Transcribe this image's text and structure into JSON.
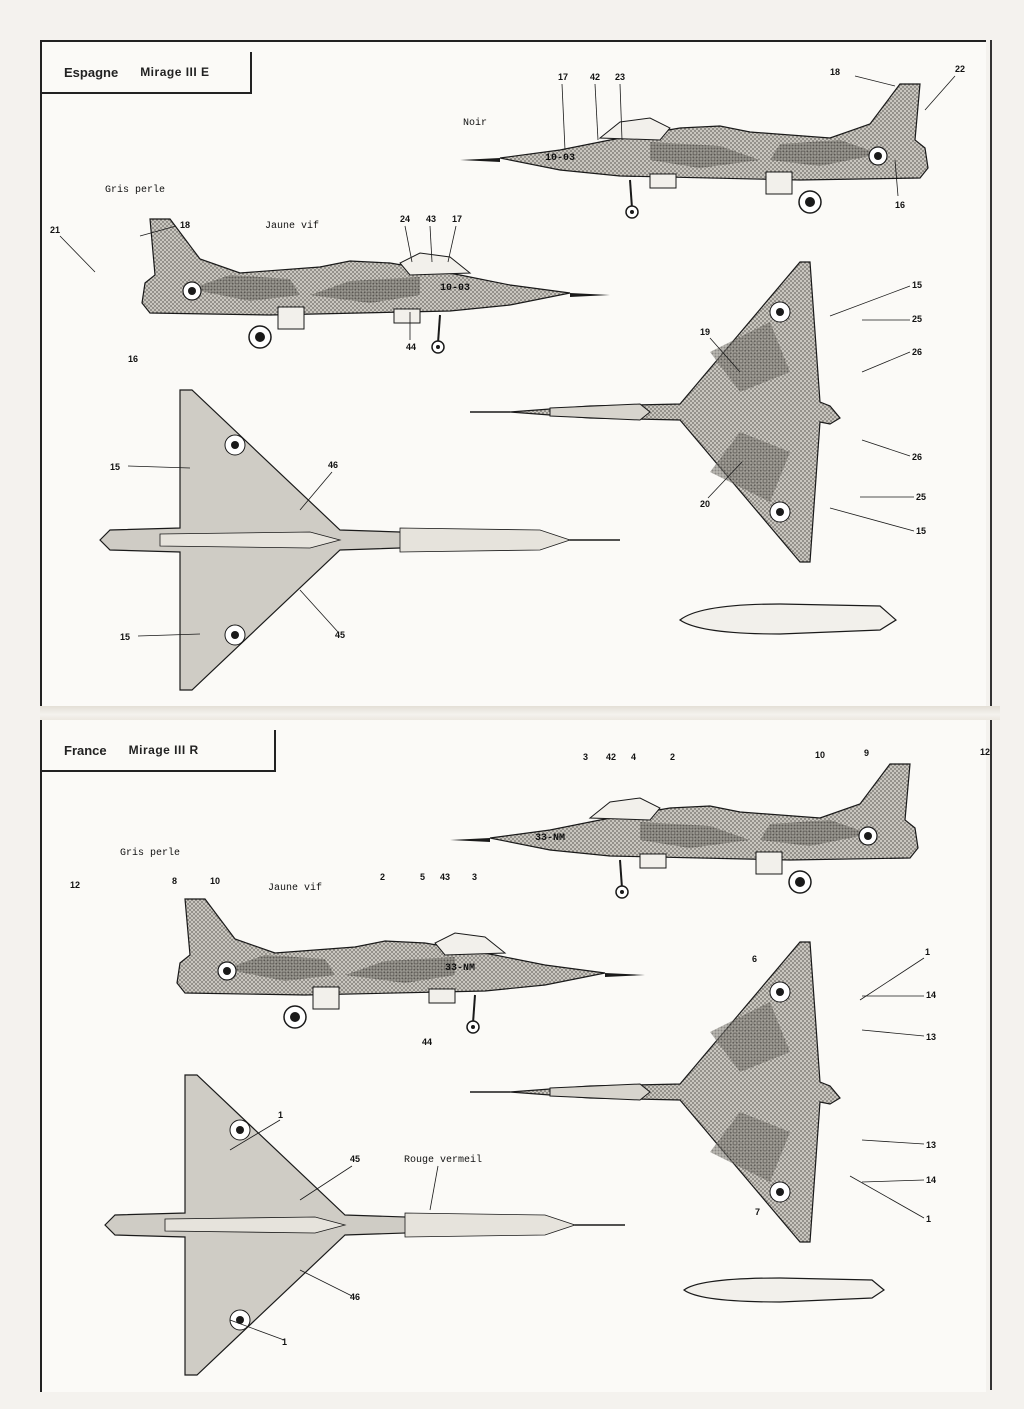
{
  "sheet": {
    "panels": [
      {
        "country": "Espagne",
        "model": "Mirage III E",
        "side_code": "10-03",
        "colors": [
          "Noir",
          "Gris perle",
          "Jaune vif"
        ],
        "callouts": [
          "17",
          "42",
          "23",
          "18",
          "22",
          "16",
          "21",
          "18",
          "24",
          "43",
          "17",
          "44",
          "16",
          "15",
          "25",
          "19",
          "26",
          "26",
          "20",
          "25",
          "15",
          "15",
          "46",
          "45",
          "15"
        ]
      },
      {
        "country": "France",
        "model": "Mirage III R",
        "side_code": "33-NM",
        "colors": [
          "Gris perle",
          "Jaune vif",
          "Rouge vermeil"
        ],
        "callouts": [
          "3",
          "42",
          "4",
          "2",
          "10",
          "9",
          "12",
          "12",
          "8",
          "10",
          "2",
          "5",
          "43",
          "3",
          "44",
          "6",
          "1",
          "14",
          "13",
          "13",
          "14",
          "7",
          "1",
          "1",
          "45",
          "46",
          "1"
        ]
      }
    ]
  },
  "colors": {
    "ink": "#1a1a1a",
    "camo_light": "#b9b6ae",
    "camo_dark": "#6f6c66",
    "paper": "#fbfaf7"
  }
}
